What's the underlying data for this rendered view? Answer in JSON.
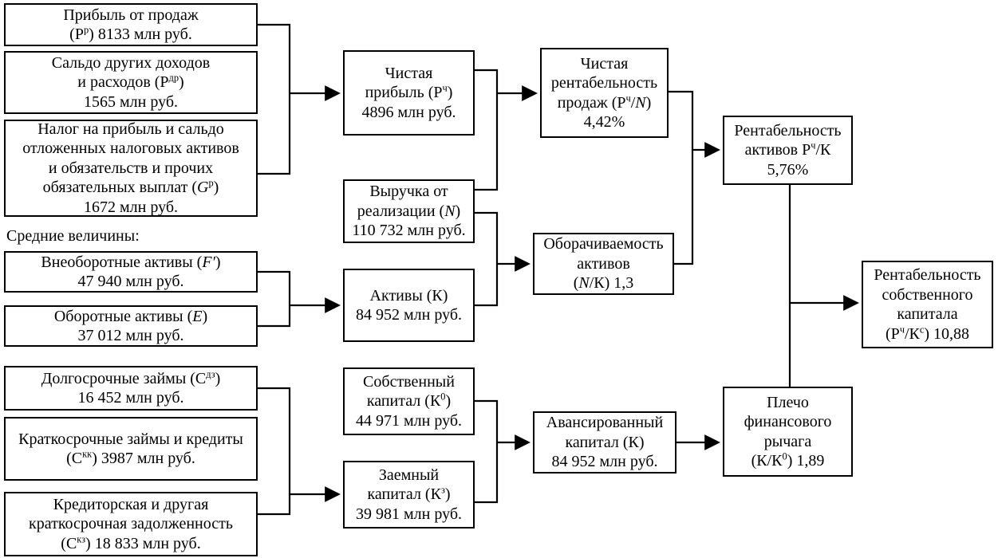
{
  "page": {
    "background_color": "#ffffff",
    "line_color": "#000000",
    "text_color": "#000000"
  },
  "labels": {
    "average_values": "Средние величины:"
  },
  "boxes": {
    "profit_sales": {
      "lines": [
        [
          {
            "t": "Прибыль от продаж"
          }
        ],
        [
          {
            "t": "(Р"
          },
          {
            "t": "р",
            "s": "sup"
          },
          {
            "t": ") 8133 млн руб."
          }
        ]
      ]
    },
    "other_income": {
      "lines": [
        [
          {
            "t": "Сальдо других доходов"
          }
        ],
        [
          {
            "t": "и расходов (Р"
          },
          {
            "t": "др",
            "s": "sup"
          },
          {
            "t": ")"
          }
        ],
        [
          {
            "t": "1565 млн руб."
          }
        ]
      ]
    },
    "tax": {
      "lines": [
        [
          {
            "t": "Налог на прибыль и сальдо"
          }
        ],
        [
          {
            "t": "отложенных налоговых активов"
          }
        ],
        [
          {
            "t": "и обязательств и прочих"
          }
        ],
        [
          {
            "t": "обязательных выплат ("
          },
          {
            "t": "G",
            "i": true
          },
          {
            "t": "р",
            "s": "sup"
          },
          {
            "t": ")"
          }
        ],
        [
          {
            "t": "1672 млн руб."
          }
        ]
      ]
    },
    "noncurrent_assets": {
      "lines": [
        [
          {
            "t": "Внеоборотные активы ("
          },
          {
            "t": "F′",
            "i": true
          },
          {
            "t": ")"
          }
        ],
        [
          {
            "t": "47 940 млн руб."
          }
        ]
      ]
    },
    "current_assets": {
      "lines": [
        [
          {
            "t": "Оборотные активы ("
          },
          {
            "t": "E",
            "i": true
          },
          {
            "t": ")"
          }
        ],
        [
          {
            "t": "37 012 млн руб."
          }
        ]
      ]
    },
    "longterm_loans": {
      "lines": [
        [
          {
            "t": "Долгосрочные займы (С"
          },
          {
            "t": "дз",
            "s": "sup"
          },
          {
            "t": ")"
          }
        ],
        [
          {
            "t": "16 452 млн руб."
          }
        ]
      ]
    },
    "shortterm_loans": {
      "lines": [
        [
          {
            "t": "Краткосрочные займы и кредиты"
          }
        ],
        [
          {
            "t": "(С"
          },
          {
            "t": "кк",
            "s": "sup"
          },
          {
            "t": ") 3987 млн руб."
          }
        ]
      ]
    },
    "payables": {
      "lines": [
        [
          {
            "t": "Кредиторская и другая"
          }
        ],
        [
          {
            "t": "краткосрочная задолженность"
          }
        ],
        [
          {
            "t": "(С"
          },
          {
            "t": "кз",
            "s": "sup"
          },
          {
            "t": ") 18 833 млн руб."
          }
        ]
      ]
    },
    "net_profit": {
      "lines": [
        [
          {
            "t": "Чистая"
          }
        ],
        [
          {
            "t": "прибыль (Р"
          },
          {
            "t": "ч",
            "s": "sup"
          },
          {
            "t": ")"
          }
        ],
        [
          {
            "t": "4896 млн руб."
          }
        ]
      ]
    },
    "revenue": {
      "lines": [
        [
          {
            "t": "Выручка от"
          }
        ],
        [
          {
            "t": "реализации ("
          },
          {
            "t": "N",
            "i": true
          },
          {
            "t": ")"
          }
        ],
        [
          {
            "t": "110 732 млн руб."
          }
        ]
      ]
    },
    "assets": {
      "lines": [
        [
          {
            "t": "Активы (К)"
          }
        ],
        [
          {
            "t": "84 952 млн руб."
          }
        ]
      ]
    },
    "equity": {
      "lines": [
        [
          {
            "t": "Собственный"
          }
        ],
        [
          {
            "t": "капитал (К"
          },
          {
            "t": "0",
            "s": "sup"
          },
          {
            "t": ")"
          }
        ],
        [
          {
            "t": "44 971 млн руб."
          }
        ]
      ]
    },
    "debt": {
      "lines": [
        [
          {
            "t": "Заемный"
          }
        ],
        [
          {
            "t": "капитал (К"
          },
          {
            "t": "з",
            "s": "sup"
          },
          {
            "t": ")"
          }
        ],
        [
          {
            "t": "39 981 млн руб."
          }
        ]
      ]
    },
    "net_margin": {
      "lines": [
        [
          {
            "t": "Чистая"
          }
        ],
        [
          {
            "t": "рентабельность"
          }
        ],
        [
          {
            "t": "продаж (Р"
          },
          {
            "t": "ч",
            "s": "sup"
          },
          {
            "t": "/"
          },
          {
            "t": "N",
            "i": true
          },
          {
            "t": ")"
          }
        ],
        [
          {
            "t": "4,42%"
          }
        ]
      ]
    },
    "asset_turnover": {
      "lines": [
        [
          {
            "t": "Оборачиваемость"
          }
        ],
        [
          {
            "t": "активов"
          }
        ],
        [
          {
            "t": "("
          },
          {
            "t": "N",
            "i": true
          },
          {
            "t": "/К) 1,3"
          }
        ]
      ]
    },
    "advanced_capital": {
      "lines": [
        [
          {
            "t": "Авансированный"
          }
        ],
        [
          {
            "t": "капитал (К)"
          }
        ],
        [
          {
            "t": "84 952 млн руб."
          }
        ]
      ]
    },
    "return_on_assets": {
      "lines": [
        [
          {
            "t": "Рентабельность"
          }
        ],
        [
          {
            "t": "активов Р"
          },
          {
            "t": "ч",
            "s": "sup"
          },
          {
            "t": "/К"
          }
        ],
        [
          {
            "t": "5,76%"
          }
        ]
      ]
    },
    "leverage": {
      "lines": [
        [
          {
            "t": "Плечо"
          }
        ],
        [
          {
            "t": "финансового"
          }
        ],
        [
          {
            "t": "рычага"
          }
        ],
        [
          {
            "t": "(К/К"
          },
          {
            "t": "0",
            "s": "sup"
          },
          {
            "t": ") 1,89"
          }
        ]
      ]
    },
    "return_on_equity": {
      "lines": [
        [
          {
            "t": "Рентабельность"
          }
        ],
        [
          {
            "t": "собственного"
          }
        ],
        [
          {
            "t": "капитала"
          }
        ],
        [
          {
            "t": "(Р"
          },
          {
            "t": "ч",
            "s": "sup"
          },
          {
            "t": "/К"
          },
          {
            "t": "с",
            "s": "sup"
          },
          {
            "t": ") 10,88"
          }
        ]
      ]
    }
  },
  "edges": [
    {
      "from": [
        "profit_sales",
        "other_income",
        "tax"
      ],
      "to": "net_profit"
    },
    {
      "from": [
        "noncurrent_assets",
        "current_assets"
      ],
      "to": "assets"
    },
    {
      "from": [
        "longterm_loans",
        "shortterm_loans",
        "payables"
      ],
      "to": "debt"
    },
    {
      "from": [
        "net_profit",
        "revenue"
      ],
      "to": "net_margin"
    },
    {
      "from": [
        "revenue",
        "assets"
      ],
      "to": "asset_turnover"
    },
    {
      "from": [
        "net_margin",
        "asset_turnover"
      ],
      "to": "return_on_assets"
    },
    {
      "from": [
        "equity",
        "debt"
      ],
      "to": "advanced_capital"
    },
    {
      "from": [
        "advanced_capital"
      ],
      "to": "leverage"
    },
    {
      "from": [
        "return_on_assets",
        "leverage"
      ],
      "to": "return_on_equity"
    }
  ]
}
